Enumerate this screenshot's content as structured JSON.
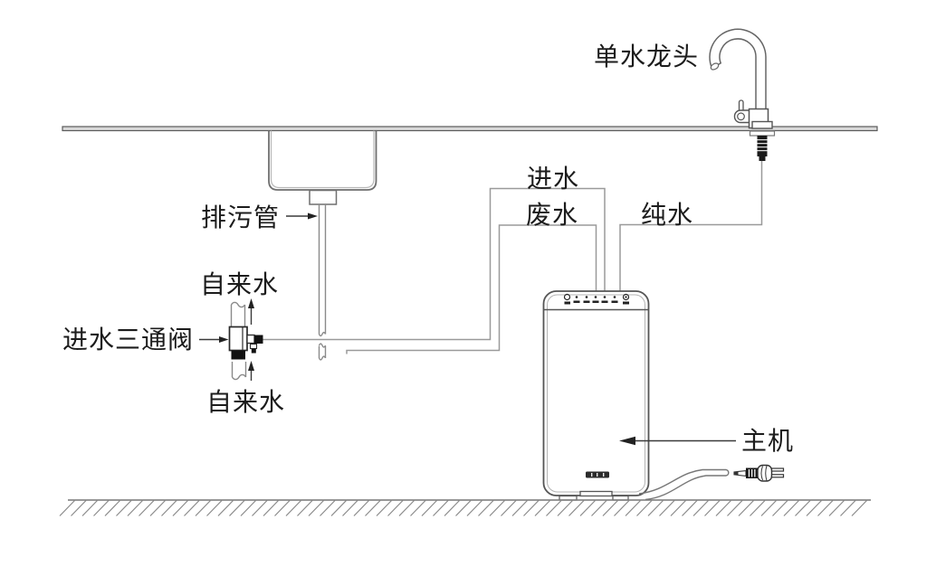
{
  "labels": {
    "faucet": "单水龙头",
    "inlet": "进水",
    "waste": "废水",
    "pure": "纯水",
    "drain": "排污管",
    "tap_water_top": "自来水",
    "tap_water_bottom": "自来水",
    "valve": "进水三通阀",
    "main_unit": "主机"
  },
  "colors": {
    "structure_line": "#6f6f6f",
    "pipe_line": "#9a9a9a",
    "dark_fill": "#1a1a1a",
    "text": "#1c1c1c",
    "counter_fill": "#d9d9d9"
  }
}
